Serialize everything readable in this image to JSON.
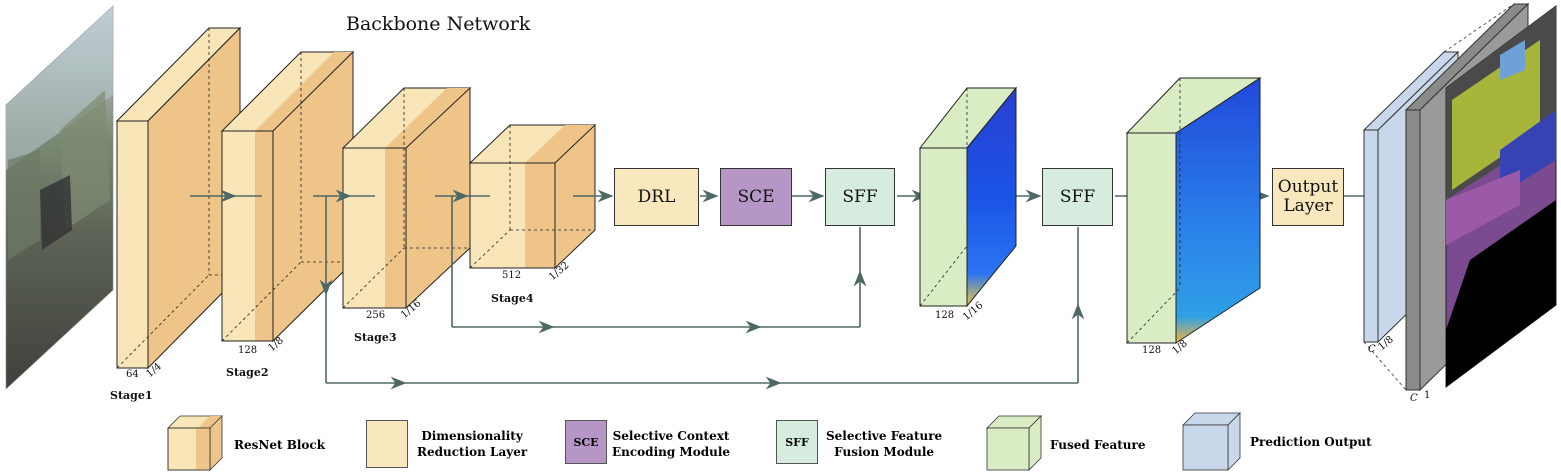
{
  "title": "Backbone Network",
  "stages": [
    {
      "name": "Stage1",
      "channels": "64",
      "scale": "1/4"
    },
    {
      "name": "Stage2",
      "channels": "128",
      "scale": "1/8"
    },
    {
      "name": "Stage3",
      "channels": "256",
      "scale": "1/16"
    },
    {
      "name": "Stage4",
      "channels": "512",
      "scale": "1/32"
    }
  ],
  "modules": {
    "drl": "DRL",
    "sce": "SCE",
    "sff1": "SFF",
    "sff2": "SFF",
    "output_line1": "Output",
    "output_line2": "Layer"
  },
  "fused": [
    {
      "channels": "128",
      "scale": "1/16"
    },
    {
      "channels": "128",
      "scale": "1/8"
    }
  ],
  "prediction": {
    "c_label_1": "C",
    "scale_1": "1/8",
    "c_label_2": "C",
    "scale_2": "1"
  },
  "legend": {
    "resnet": "ResNet Block",
    "drl_line1": "Dimensionality",
    "drl_line2": "Reduction Layer",
    "sce_box": "SCE",
    "sce_line1": "Selective Context",
    "sce_line2": "Encoding Module",
    "sff_box": "SFF",
    "sff_line1": "Selective Feature",
    "sff_line2": "Fusion Module",
    "fused": "Fused Feature",
    "prediction": "Prediction Output"
  },
  "colors": {
    "block_light": "#f8e6b8",
    "block_dark": "#eec488",
    "sce": "#b596c6",
    "sff": "#d5ecdf",
    "drl": "#f9e7bd",
    "fused": "#d9ecc4",
    "prediction": "#c9d7ea",
    "arrow": "#4e6866"
  }
}
